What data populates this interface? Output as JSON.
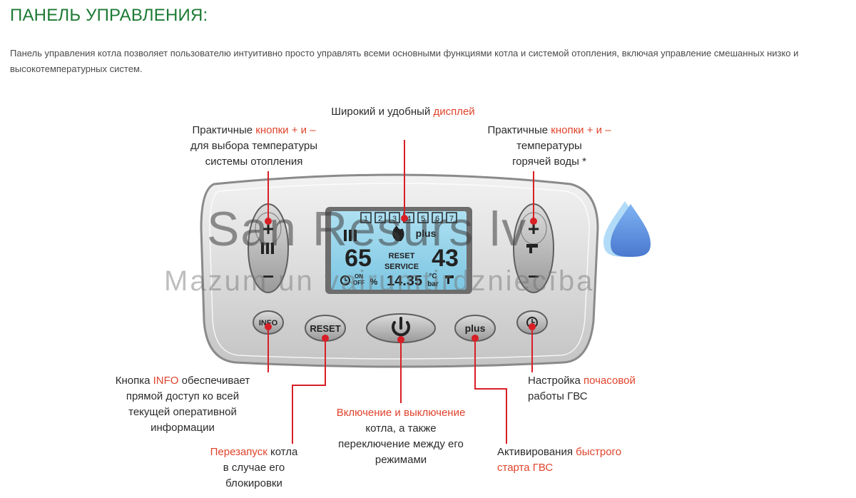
{
  "header": {
    "title": "ПАНЕЛЬ УПРАВЛЕНИЯ:"
  },
  "intro": {
    "text": "Панель управления котла позволяет пользователю интуитивно просто управлять всеми основными функциями котла и системой отопления, включая управление смешанных низко и высокотемпературных систем."
  },
  "callouts": {
    "display": {
      "prefix": "Широкий и удобный ",
      "highlight": "дисплей"
    },
    "heating_buttons": {
      "line1_prefix": "Практичные ",
      "line1_highlight": "кнопки + и –",
      "line2": "для выбора температуры",
      "line3": "системы отопления"
    },
    "water_buttons": {
      "line1_prefix": "Практичные ",
      "line1_highlight": "кнопки + и –",
      "line2": "температуры",
      "line3": "горячей воды *"
    },
    "info": {
      "line1_prefix": "Кнопка ",
      "line1_highlight": "INFO",
      "line1_suffix": " обеспечивает",
      "line2": "прямой доступ ко всей",
      "line3": "текущей оперативной",
      "line4": "информации"
    },
    "reset": {
      "line1_highlight": "Перезапуск",
      "line1_suffix": " котла",
      "line2": "в случае его",
      "line3": "блокировки"
    },
    "power": {
      "line1_highlight": "Включение и выключение",
      "line2": "котла, а также",
      "line3": "переключение между его",
      "line4": "режимами"
    },
    "plus": {
      "line1_prefix": "Активирования ",
      "line1_highlight": "быстрого",
      "line2_highlight": "старта ГВС"
    },
    "timer": {
      "line1_prefix": "Настройка ",
      "line1_highlight": "почасовой",
      "line2": "работы ГВС"
    }
  },
  "panel": {
    "buttons": {
      "info": "INFO",
      "reset": "RESET",
      "plus": "plus"
    },
    "display": {
      "zones": [
        "1",
        "2",
        "3",
        "4",
        "5",
        "6",
        "7"
      ],
      "plus_label": "plus",
      "left_temp": "65",
      "right_temp": "43",
      "reset_label": "RESET",
      "service_label": "SERVICE",
      "on_label": "ON",
      "off_label": "OFF",
      "percent": "%",
      "bottom_value": "14.35",
      "unit_c": "°C",
      "unit_bar": "bar"
    }
  },
  "watermark": {
    "line1": "San Resurs lv",
    "line2": "Mazum un vairumtirdzniecība"
  },
  "colors": {
    "title_green": "#1d7a34",
    "accent_red": "#e0432c",
    "lcd_blue": "#8fd2ea",
    "drop_blue": "#5a8fe0"
  }
}
